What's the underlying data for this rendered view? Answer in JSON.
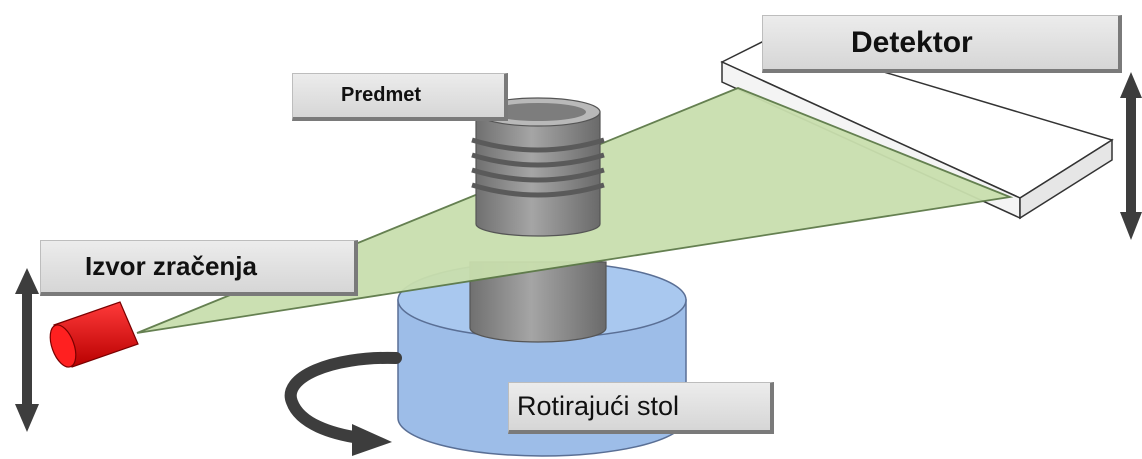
{
  "labels": {
    "detector": "Detektor",
    "object": "Predmet",
    "source": "Izvor zračenja",
    "table": "Rotirajući stol"
  },
  "colors": {
    "beam": "#c9dfae",
    "beam_edge": "#5d7a48",
    "table_side": "#9dbde8",
    "table_top": "#a9c8ef",
    "table_edge": "#5a6f95",
    "source": "#e11515",
    "object": "#8c8c8c",
    "arrow": "#3d3d3d",
    "detector_plate": "#ffffff"
  },
  "icons": {
    "source": "red-cylinder-icon",
    "rotation": "curved-rotation-arrow-icon",
    "source_motion": "vertical-double-arrow-icon",
    "detector_motion": "vertical-double-arrow-icon"
  }
}
